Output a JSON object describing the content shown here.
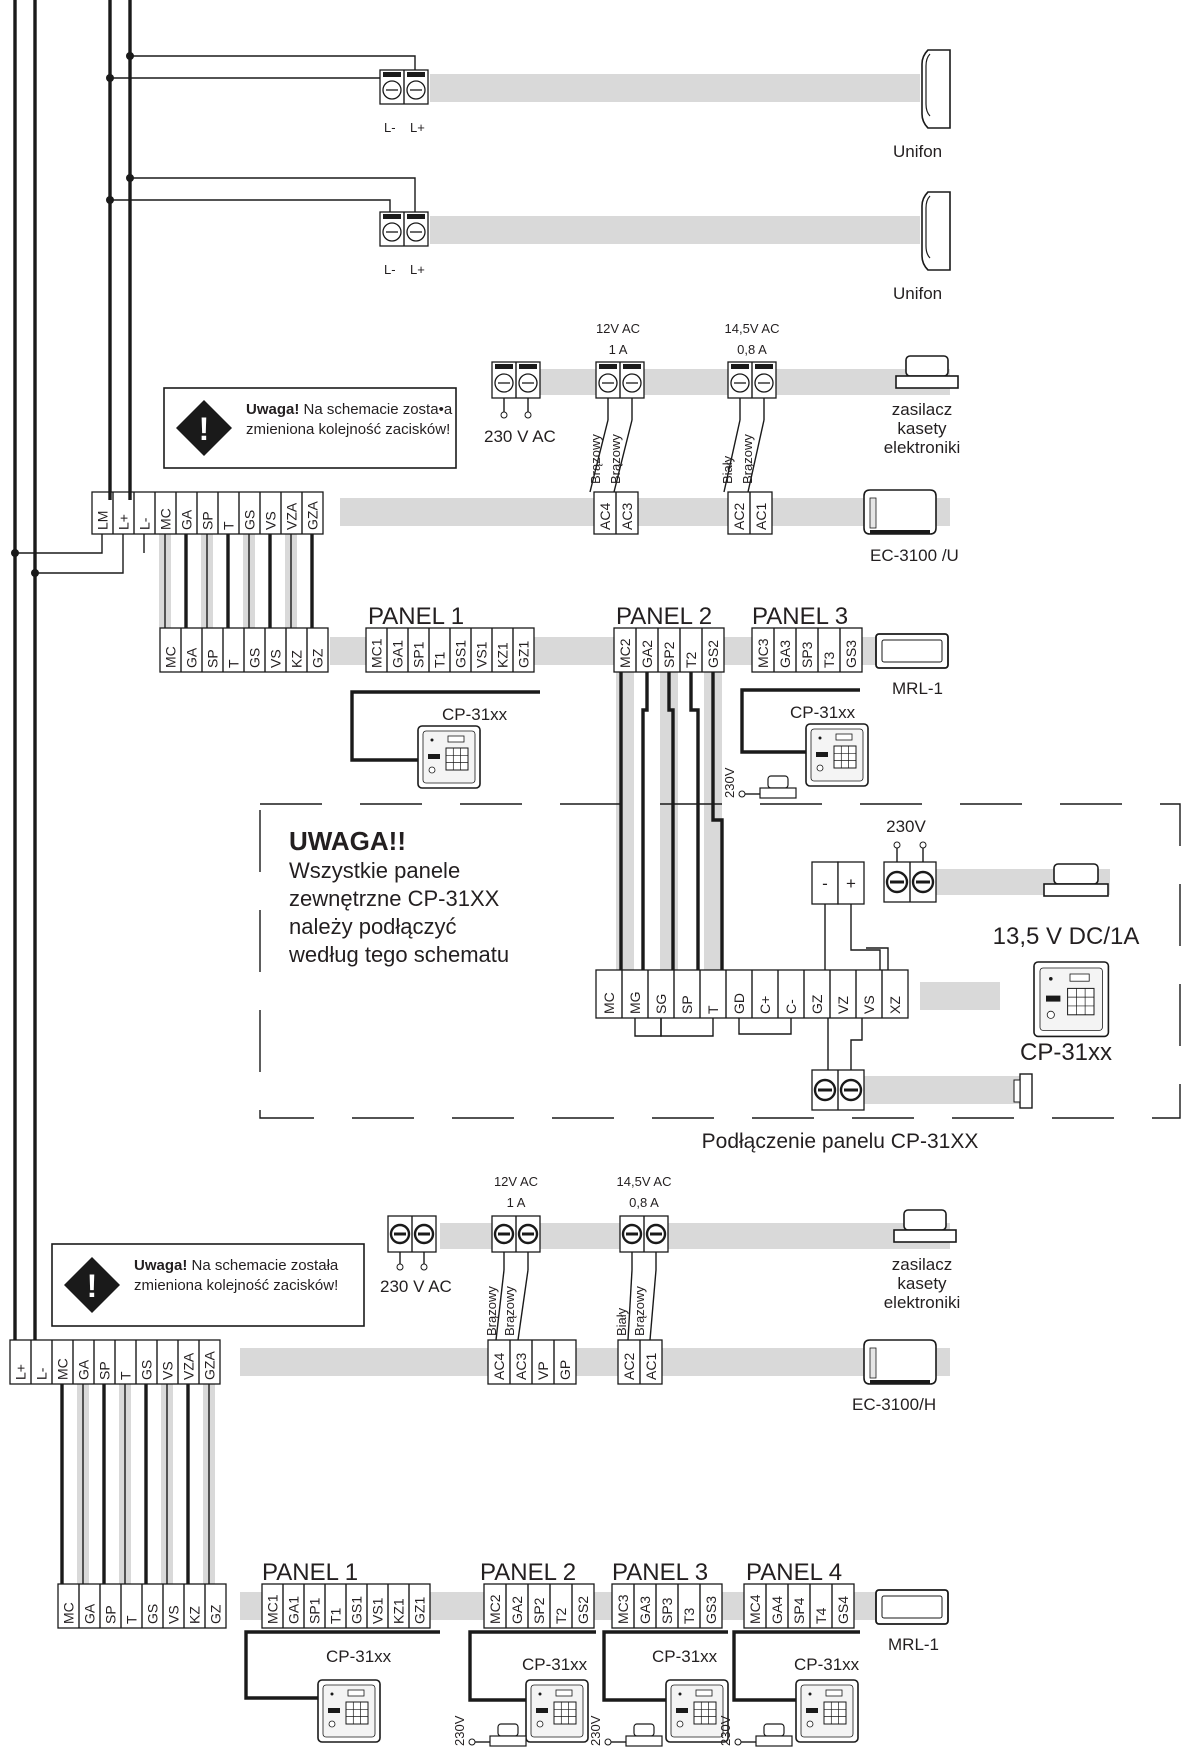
{
  "unifon_label": "Unifon",
  "unifon_terms": [
    "L-",
    "L+"
  ],
  "ac230": "230 V AC",
  "v230": "230V",
  "psu_label": [
    "zasilacz",
    "kasety",
    "elektroniki"
  ],
  "v12": [
    "12V AC",
    "1 A"
  ],
  "v145": [
    "14,5V AC",
    "0,8 A"
  ],
  "wire_colors": {
    "brown": "Brązowy",
    "white": "Biały"
  },
  "warning_top": {
    "bold": "Uwaga!",
    "rest": " Na schemacie zosta•a",
    "line2": "zmieniona kolejność zacisków!"
  },
  "warning_bottom": {
    "bold": "Uwaga!",
    "rest": " Na schemacie została",
    "line2": "zmieniona kolejność zacisków!"
  },
  "ec_u": {
    "label": "EC-3100 /U",
    "terms": [
      "LM",
      "L+",
      "L-",
      "MC",
      "GA",
      "SP",
      "T",
      "GS",
      "VS",
      "VZA",
      "GZA"
    ],
    "ac_terms": [
      "AC4",
      "AC3",
      "AC2",
      "AC1"
    ]
  },
  "ec_h": {
    "label": "EC-3100/H",
    "terms": [
      "L+",
      "L-",
      "MC",
      "GA",
      "SP",
      "T",
      "GS",
      "VS",
      "VZA",
      "GZA"
    ],
    "ac_terms": [
      "AC4",
      "AC3",
      "VP",
      "GP",
      "AC2",
      "AC1"
    ]
  },
  "mrl_label": "MRL-1",
  "bus_terms": [
    "MC",
    "GA",
    "SP",
    "T",
    "GS",
    "VS",
    "KZ",
    "GZ"
  ],
  "panel1": {
    "title": "PANEL 1",
    "terms": [
      "MC1",
      "GA1",
      "SP1",
      "T1",
      "GS1",
      "VS1",
      "KZ1",
      "GZ1"
    ]
  },
  "panel2": {
    "title": "PANEL 2",
    "terms": [
      "MC2",
      "GA2",
      "SP2",
      "T2",
      "GS2"
    ]
  },
  "panel3": {
    "title": "PANEL 3",
    "terms": [
      "MC3",
      "GA3",
      "SP3",
      "T3",
      "GS3"
    ]
  },
  "panel4": {
    "title": "PANEL 4",
    "terms": [
      "MC4",
      "GA4",
      "SP4",
      "T4",
      "GS4"
    ]
  },
  "cp_label": "CP-31xx",
  "cp_label_upper": "CP-31xx",
  "notice": {
    "title": "UWAGA!!",
    "lines": [
      "Wszystkie panele",
      "zewnętrzne CP-31XX",
      "należy podłączyć",
      "według tego schematu"
    ]
  },
  "detail": {
    "psu_label": "13,5 V DC/1A",
    "pm": [
      "-",
      "+"
    ],
    "terms": [
      "MC",
      "MG",
      "SG",
      "SP",
      "T",
      "GD",
      "C+",
      "C-",
      "GZ",
      "VZ",
      "VS",
      "XZ"
    ],
    "caption": "Podłączenie panelu CP-31XX"
  }
}
